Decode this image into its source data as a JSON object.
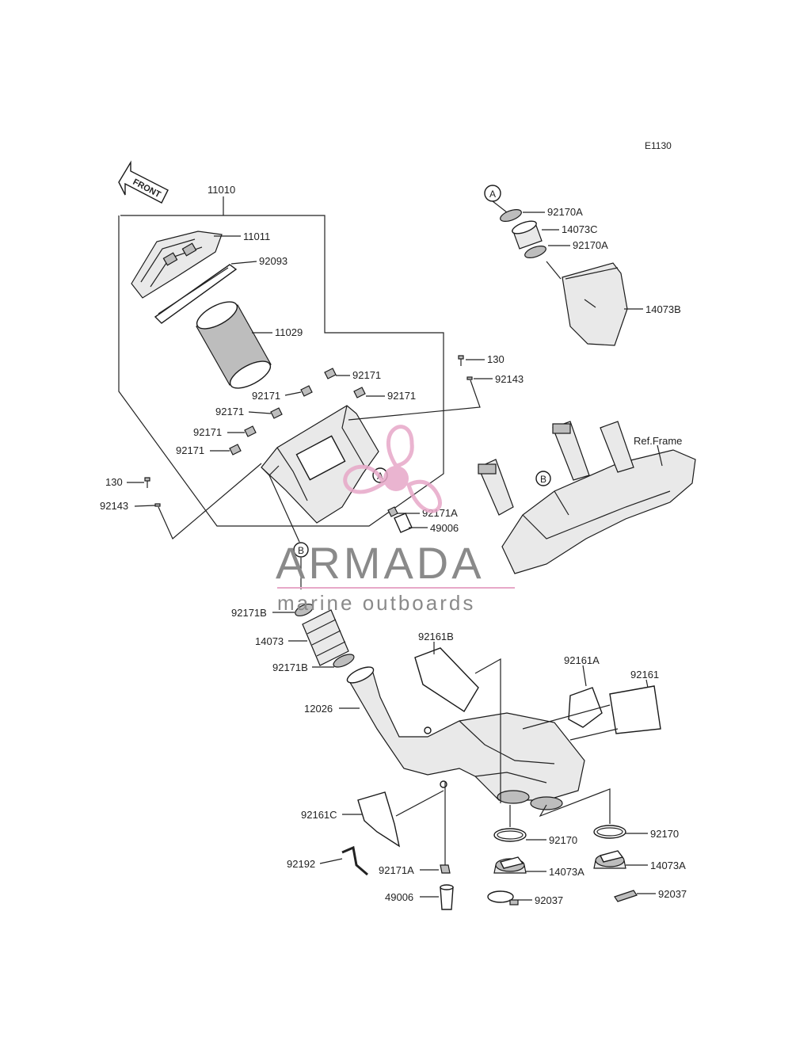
{
  "diagram": {
    "code": "E1130",
    "front_label": "FRONT",
    "ref_frame_label": "Ref.Frame",
    "callout_a": "A",
    "callout_b": "B"
  },
  "watermark": {
    "title": "ARMADA",
    "subtitle": "marine outboards",
    "logo_color": "#e7a8c8",
    "text_color": "#8a8a8a"
  },
  "parts": {
    "p11010": "11010",
    "p11011": "11011",
    "p92093": "92093",
    "p11029": "11029",
    "p92171_a": "92171",
    "p92171_b": "92171",
    "p92171_c": "92171",
    "p92171_d": "92171",
    "p92171_e": "92171",
    "p92171_f": "92171",
    "p130_left": "130",
    "p92143_left": "92143",
    "p130_right": "130",
    "p92143_right": "92143",
    "p92170A_top": "92170A",
    "p14073C": "14073C",
    "p92170A_bottom": "92170A",
    "p14073B": "14073B",
    "p92171A_top": "92171A",
    "p49006_top": "49006",
    "p92171B_top": "92171B",
    "p14073": "14073",
    "p92171B_bottom": "92171B",
    "p12026": "12026",
    "p92161B": "92161B",
    "p92161A": "92161A",
    "p92161": "92161",
    "p92161C": "92161C",
    "p92192": "92192",
    "p92171A_bottom": "92171A",
    "p49006_bottom": "49006",
    "p92170_left": "92170",
    "p14073A_left": "14073A",
    "p92037_left": "92037",
    "p92170_right": "92170",
    "p14073A_right": "14073A",
    "p92037_right": "92037"
  }
}
